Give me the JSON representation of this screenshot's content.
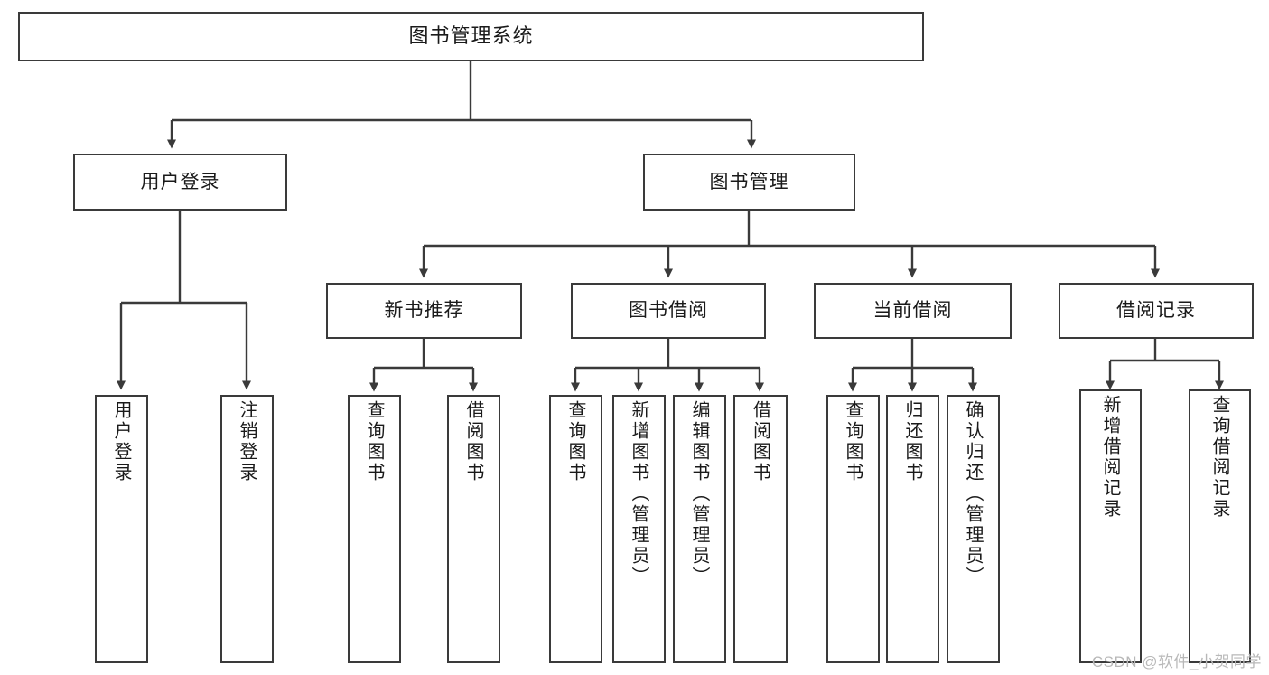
{
  "diagram": {
    "kind": "functional-structure-tree",
    "title_node": {
      "label": "图书管理系统"
    },
    "level2": [
      {
        "id": "user-login",
        "label": "用户登录"
      },
      {
        "id": "book-management",
        "label": "图书管理"
      }
    ],
    "level3": [
      {
        "id": "new-book-recommend",
        "label": "新书推荐",
        "parent": "book-management"
      },
      {
        "id": "book-borrow",
        "label": "图书借阅",
        "parent": "book-management"
      },
      {
        "id": "current-borrow",
        "label": "当前借阅",
        "parent": "book-management"
      },
      {
        "id": "borrow-record",
        "label": "借阅记录",
        "parent": "book-management"
      }
    ],
    "leaves": {
      "user_login": [
        {
          "id": "leaf-user-login",
          "label": "用户登录"
        },
        {
          "id": "leaf-logout-login",
          "label": "注销登录"
        }
      ],
      "new_book_recommend": [
        {
          "id": "leaf-query-book-1",
          "label": "查询图书"
        },
        {
          "id": "leaf-borrow-book-1",
          "label": "借阅图书"
        }
      ],
      "book_borrow": [
        {
          "id": "leaf-query-book-2",
          "label": "查询图书"
        },
        {
          "id": "leaf-add-book",
          "label": "新增图书（管理员）"
        },
        {
          "id": "leaf-edit-book",
          "label": "编辑图书（管理员）"
        },
        {
          "id": "leaf-borrow-book-2",
          "label": "借阅图书"
        }
      ],
      "current_borrow": [
        {
          "id": "leaf-query-book-3",
          "label": "查询图书"
        },
        {
          "id": "leaf-return-book",
          "label": "归还图书"
        },
        {
          "id": "leaf-confirm-return",
          "label": "确认归还（管理员）"
        }
      ],
      "borrow_record": [
        {
          "id": "leaf-add-borrow-record",
          "label": "新增借阅记录"
        },
        {
          "id": "leaf-query-borrow-record",
          "label": "查询借阅记录"
        }
      ]
    },
    "watermark": "CSDN @软件_小贺同学",
    "colors": {
      "stroke": "#3a3a3a",
      "fill": "#ffffff",
      "text": "#1a1a1a",
      "watermark": "#b8b8b8"
    }
  }
}
